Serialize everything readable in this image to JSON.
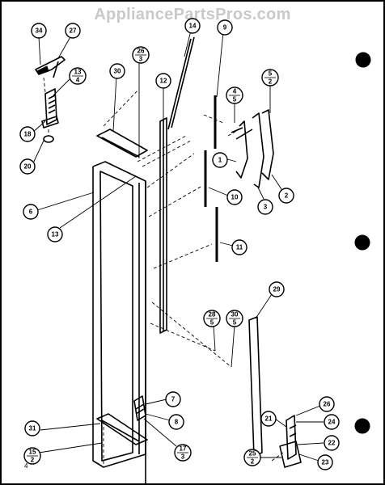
{
  "watermark": "AppliancePartsPros.com",
  "page_number": "4",
  "callouts": [
    {
      "id": "c34",
      "label": "34"
    },
    {
      "id": "c27",
      "label": "27"
    },
    {
      "id": "c13-4",
      "num": "13",
      "den": "4"
    },
    {
      "id": "c18",
      "label": "18"
    },
    {
      "id": "c20",
      "label": "20"
    },
    {
      "id": "c30",
      "label": "30"
    },
    {
      "id": "c26-3",
      "num": "26",
      "den": "3"
    },
    {
      "id": "c14",
      "label": "14"
    },
    {
      "id": "c9",
      "label": "9"
    },
    {
      "id": "c12",
      "label": "12"
    },
    {
      "id": "c4-5",
      "num": "4",
      "den": "5"
    },
    {
      "id": "c5-2",
      "num": "5",
      "den": "2"
    },
    {
      "id": "c1",
      "label": "1"
    },
    {
      "id": "c3",
      "label": "3"
    },
    {
      "id": "c2",
      "label": "2"
    },
    {
      "id": "c6",
      "label": "6"
    },
    {
      "id": "c13",
      "label": "13"
    },
    {
      "id": "c10",
      "label": "10"
    },
    {
      "id": "c11",
      "label": "11"
    },
    {
      "id": "c29",
      "label": "29"
    },
    {
      "id": "c28-5",
      "num": "28",
      "den": "5"
    },
    {
      "id": "c30-5",
      "num": "30",
      "den": "5"
    },
    {
      "id": "c7",
      "label": "7"
    },
    {
      "id": "c8",
      "label": "8"
    },
    {
      "id": "c17-3",
      "num": "17",
      "den": "3"
    },
    {
      "id": "c31",
      "label": "31"
    },
    {
      "id": "c15-2",
      "num": "15",
      "den": "2"
    },
    {
      "id": "c26",
      "label": "26"
    },
    {
      "id": "c21",
      "label": "21"
    },
    {
      "id": "c24",
      "label": "24"
    },
    {
      "id": "c22",
      "label": "22"
    },
    {
      "id": "c25-2",
      "num": "25",
      "den": "2"
    },
    {
      "id": "c23",
      "label": "23"
    }
  ]
}
